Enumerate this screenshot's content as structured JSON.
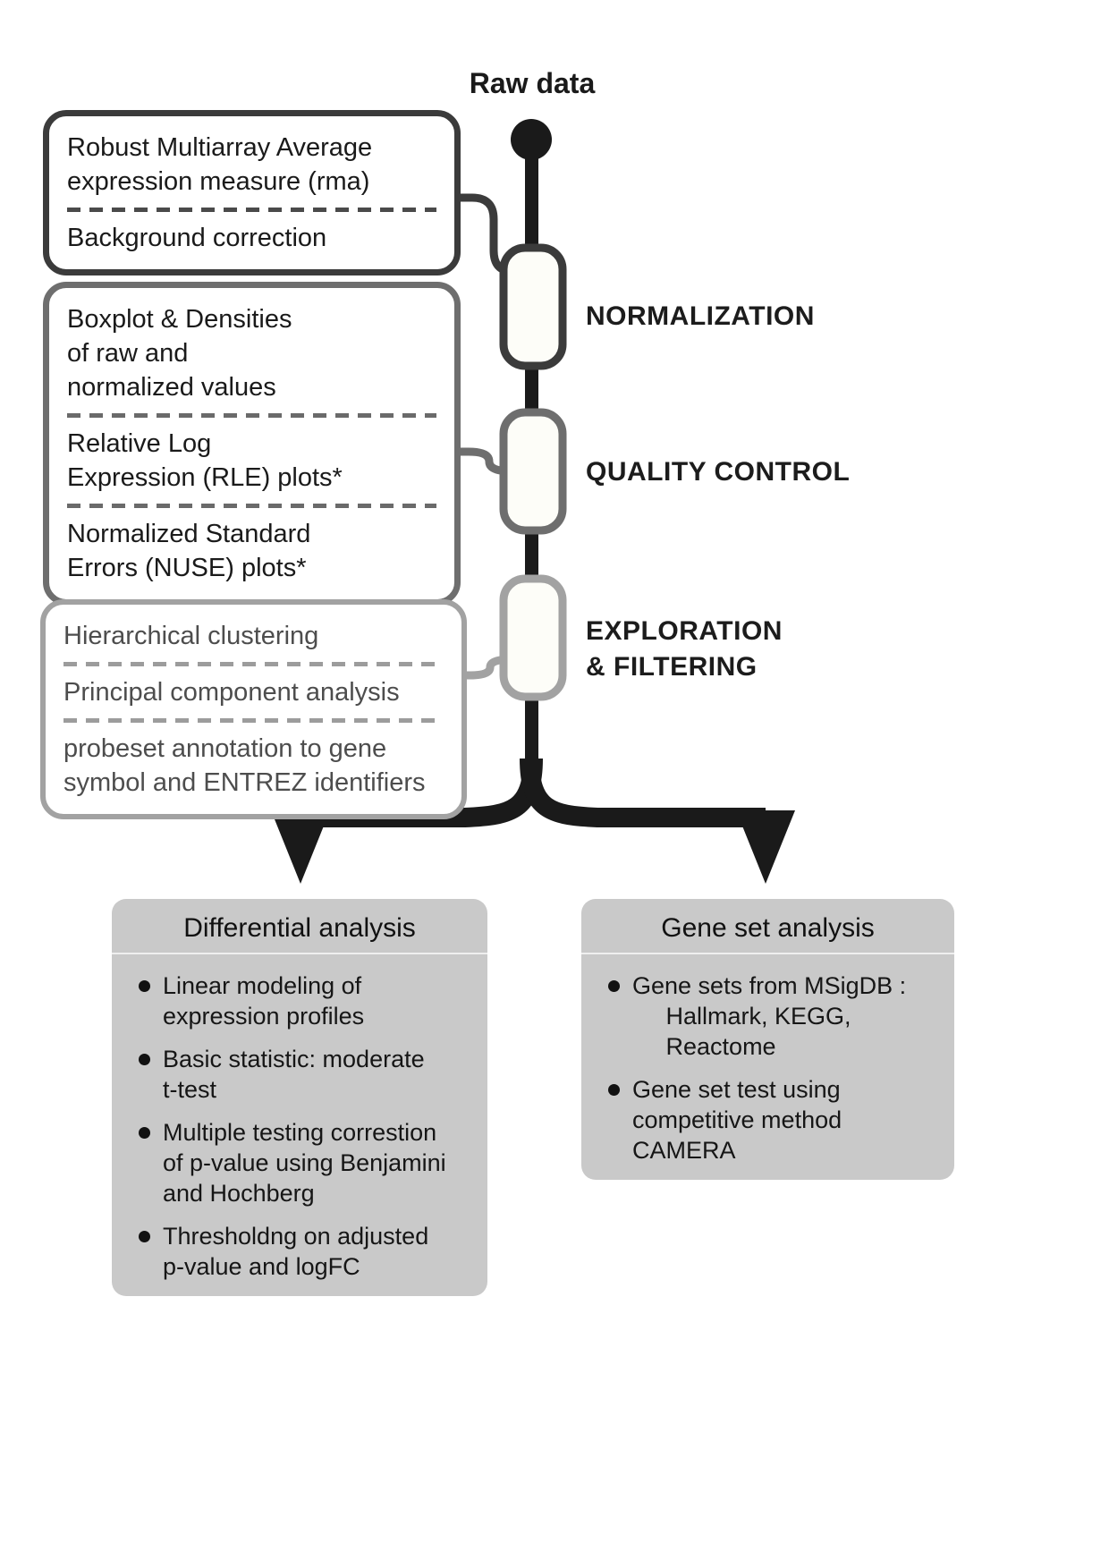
{
  "raw_data_label": "Raw data",
  "stages": [
    {
      "label": "NORMALIZATION"
    },
    {
      "label": "QUALITY CONTROL"
    },
    {
      "label": "EXPLORATION\n& FILTERING"
    }
  ],
  "pipeline_boxes": [
    {
      "name": "normalization-methods",
      "items": [
        "Robust Multiarray Average\nexpression measure (rma)",
        "Background correction"
      ]
    },
    {
      "name": "quality-control-methods",
      "items": [
        "Boxplot & Densities\nof raw and\nnormalized values",
        "Relative Log\nExpression (RLE) plots*",
        "Normalized Standard\nErrors (NUSE) plots*"
      ]
    },
    {
      "name": "exploration-methods",
      "items": [
        "Hierarchical clustering",
        "Principal component analysis",
        "probeset annotation to gene\nsymbol and ENTREZ identifiers"
      ]
    }
  ],
  "panels": {
    "differential": {
      "title": "Differential analysis",
      "bullets": [
        "Linear modeling of\nexpression profiles",
        "Basic statistic: moderate\nt-test",
        "Multiple testing correstion\nof p-value using Benjamini\nand Hochberg",
        "Thresholdng on adjusted\np-value and logFC"
      ]
    },
    "gene_set": {
      "title": "Gene set analysis",
      "bullets": [
        "Gene sets from MSigDB :\n     Hallmark, KEGG,\n     Reactome",
        "Gene set test using\ncompetitive method\nCAMERA"
      ]
    }
  },
  "colors": {
    "flow_line": "#1a1a1a",
    "normalization_outline": "#3b3b3b",
    "quality_outline": "#6e6e6e",
    "exploration_outline": "#a2a2a2",
    "panel_background": "#c9c9c9"
  }
}
